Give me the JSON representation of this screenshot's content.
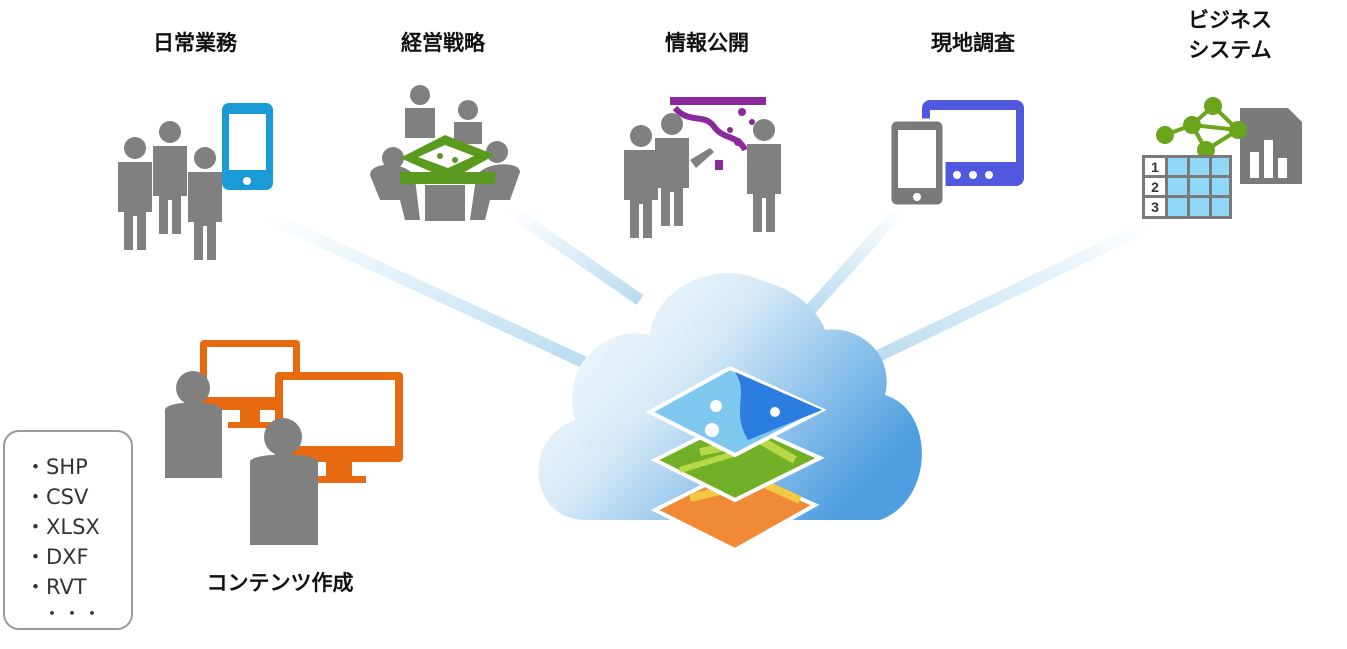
{
  "labels": {
    "daily": "日常業務",
    "strategy": "経営戦略",
    "public": "情報公開",
    "field": "現地調査",
    "biz_line1": "ビジネス",
    "biz_line2": "システム",
    "content": "コンテンツ作成"
  },
  "formats": [
    "SHP",
    "CSV",
    "XLSX",
    "DXF",
    "RVT"
  ],
  "formats_more": "・・・",
  "table_numbers": [
    "1",
    "2",
    "3"
  ],
  "colors": {
    "person": "#808080",
    "phone_blue": "#1a9bd8",
    "strategy_green": "#5a9a1e",
    "public_purple": "#8a2a9a",
    "field_indigo": "#5058e0",
    "biz_green": "#6aa51c",
    "content_orange": "#e86a10",
    "cloud": "#bcdcf2"
  }
}
